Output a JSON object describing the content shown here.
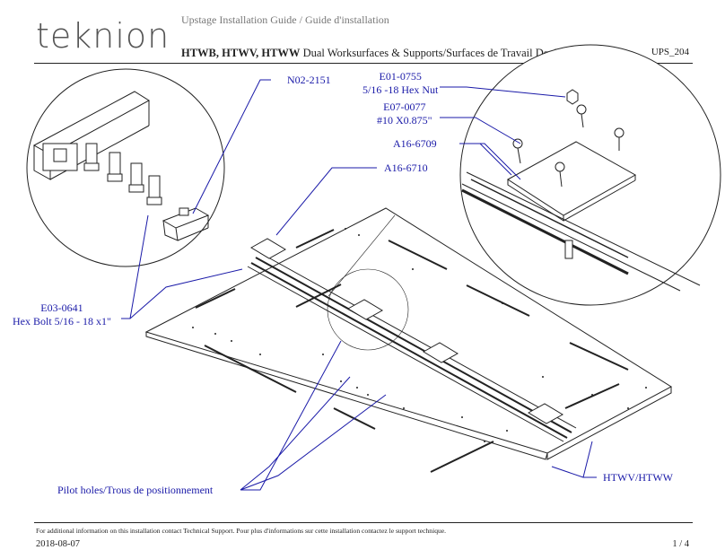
{
  "header": {
    "logo": "teknion",
    "doc_type": "Upstage  Installation Guide / Guide d'installation",
    "title_bold": "HTWB, HTWV, HTWW",
    "title_rest": " Dual Worksurfaces & Supports/Surfaces de Travail Doubles et Supports",
    "doc_code": "UPS_204"
  },
  "callouts": {
    "n02": "N02-2151",
    "e01_code": "E01-0755",
    "e01_desc": "5/16  -18 Hex Nut",
    "e07_code": "E07-0077",
    "e07_desc": "#10 X0.875\"",
    "a16_6709": "A16-6709",
    "a16_6710": "A16-6710",
    "e03_code": "E03-0641",
    "e03_desc": "Hex Bolt 5/16 - 18 x1\"",
    "pilot": "Pilot holes/Trous de positionnement",
    "htwv": "HTWV/HTWW"
  },
  "footer": {
    "note": "For additional information on this installation contact Technical Support.   Pour plus d'informations sur cette installation contactez le support technique.",
    "date": "2018-08-07",
    "page": "1 / 4"
  },
  "colors": {
    "callout": "#1a1aa8",
    "line": "#222222"
  }
}
